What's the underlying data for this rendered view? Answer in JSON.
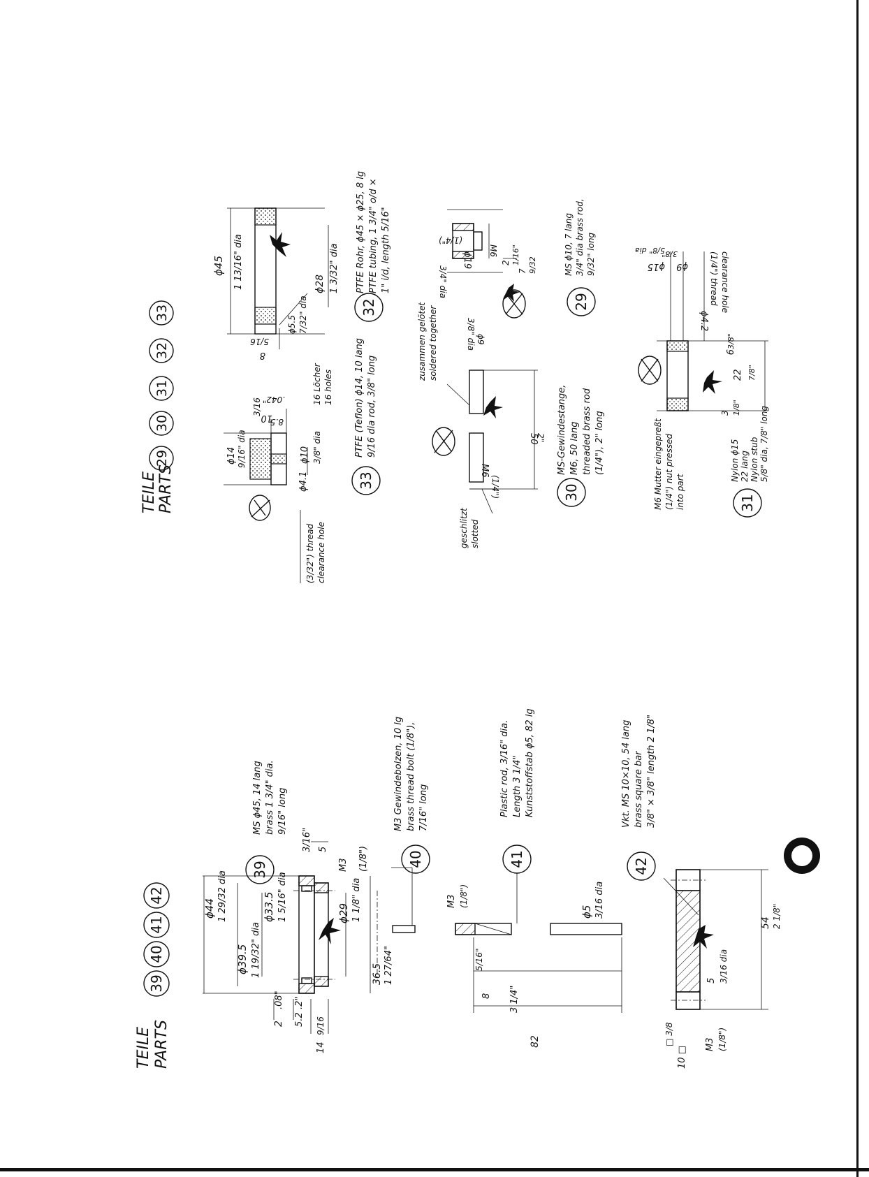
{
  "left_sheet": {
    "header": {
      "title_de": "TEILE",
      "title_en": "PARTS",
      "part_numbers": [
        "39",
        "40",
        "41",
        "42"
      ]
    },
    "part39": {
      "number": "39",
      "note": [
        "MS ϕ45, 14 lang",
        "brass 1 3/4\" dia.",
        "9/16\" long"
      ],
      "dims": [
        "ϕ44",
        "1 29/32 dia",
        "ϕ39.5",
        "1 19/32\" dia",
        "ϕ33.5",
        "1 5/16\" dia",
        "ϕ29",
        "1 1/8\" dia",
        "36.5",
        "1 27/64\"",
        "3/16\"",
        "5",
        "M3",
        "(1/8\")",
        "2",
        ".08\"",
        "5.2",
        ".2\"",
        "14",
        "9/16"
      ]
    },
    "part40": {
      "number": "40",
      "note": [
        "M3 Gewindebolzen, 10 lg",
        "brass thread bolt (1/8\"),",
        "7/16\" long"
      ]
    },
    "part41": {
      "number": "41",
      "note": [
        "Plastic rod, 3/16\" dia.",
        "Length 3 1/4\"",
        "Kunststoffstab ϕ5, 82 lg"
      ],
      "dims": [
        "M3",
        "(1/8\")",
        "ϕ5",
        "3/16 dia",
        "5/16\"",
        "8",
        "3 1/4\"",
        "82"
      ]
    },
    "part42": {
      "number": "42",
      "note": [
        "Vkt. MS 10×10, 54 lang",
        "brass square bar",
        "3/8\" × 3/8\" length 2 1/8\""
      ],
      "dims": [
        "54",
        "2 1/8\"",
        "5",
        "3/16 dia",
        "□ 3/8",
        "10 □",
        "M3",
        "(1/8\")"
      ]
    }
  },
  "right_sheet": {
    "header": {
      "title_de": "TEILE",
      "title_en": "PARTS",
      "part_numbers": [
        "29",
        "30",
        "31",
        "32",
        "33"
      ]
    },
    "part33": {
      "number": "33",
      "note": [
        "PTFE (Teflon) ϕ14, 10 lang",
        "9/16 dia rod, 3/8\" long"
      ],
      "labels": [
        "(3/32\") thread",
        "clearance hole",
        "16 Löcher",
        "16 holes"
      ],
      "dims": [
        "ϕ14",
        "9/16\" dia",
        "ϕ10",
        "3/8\" dia",
        "ϕ4.1",
        "10",
        "3/16",
        "8.5",
        ".042\""
      ]
    },
    "part32": {
      "number": "32",
      "note": [
        "PTFE Rohr, ϕ45 × ϕ25, 8 lg",
        "PTFE tubing, 1 3/4\" o/d ×",
        "1\" i/d, length 5/16\""
      ],
      "dims": [
        "ϕ45",
        "1 13/16\" dia",
        "ϕ28",
        "1 3/32\" dia",
        "8",
        "5/16",
        "ϕ5.5",
        "7/32\" dia"
      ]
    },
    "part30": {
      "number": "30",
      "note": [
        "MS-Gewindestange,",
        "M6, 50 lang",
        "threaded brass rod",
        "(1/4\"), 2\" long"
      ],
      "labels": [
        "geschlitzt",
        "slotted",
        "zusammen gelötet",
        "soldered together"
      ],
      "dims": [
        "M6",
        "(1/4\")",
        "50",
        "2\""
      ]
    },
    "part29": {
      "number": "29",
      "note": [
        "MS ϕ10, 7 lang",
        "3/4\" dia brass rod,",
        "9/32\" long"
      ],
      "dims": [
        "ϕ19",
        "3/4\" dia",
        "M6",
        "(1/4\")",
        "ϕ9",
        "3/8\" dia",
        "2",
        "1/16\"",
        "7",
        "9/32"
      ]
    },
    "part31": {
      "number": "31",
      "note": [
        "Nylon ϕ15",
        "22 lang",
        "Nylon stub",
        "5/8\" dia, 7/8\" long"
      ],
      "labels": [
        "M6 Mutter eingepreßt",
        "(1/4\") nut pressed",
        "into part",
        "(1/4\") thread",
        "clearance hole"
      ],
      "dims": [
        "ϕ15",
        "5/8\" dia",
        "ϕ9",
        "3/8\"",
        "ϕ4.2",
        "9",
        "3/8\"",
        "22",
        "7/8\"",
        "3",
        "1/8\""
      ]
    }
  }
}
